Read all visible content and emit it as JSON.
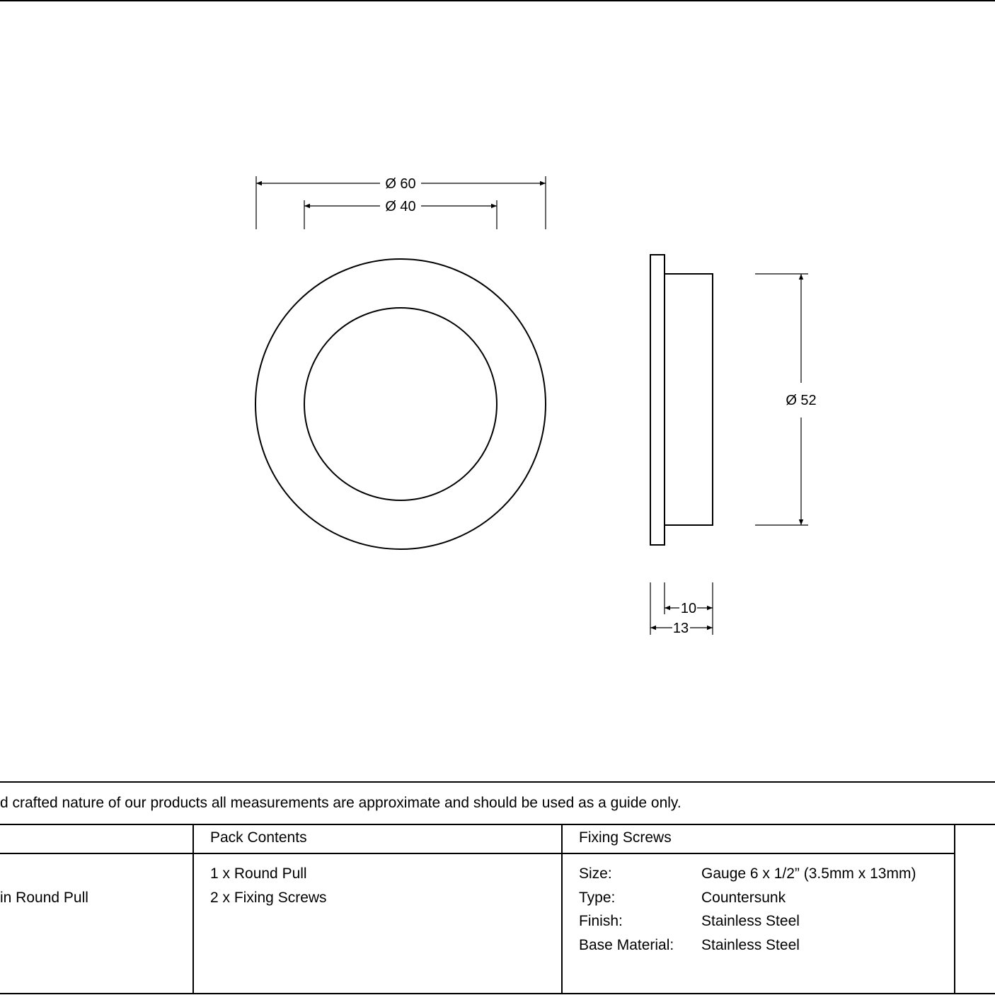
{
  "dimensions": {
    "outer_diameter": "Ø 60",
    "inner_diameter": "Ø 40",
    "flange_diameter": "Ø 52",
    "body_depth": "10",
    "overall_depth": "13"
  },
  "disclaimer": "d crafted nature of our products all measurements are approximate and should be used as a guide only.",
  "table": {
    "product": {
      "value": "in Round Pull"
    },
    "pack_contents": {
      "header": "Pack Contents",
      "items": [
        "1 x Round Pull",
        "2 x Fixing Screws"
      ]
    },
    "fixing_screws": {
      "header": "Fixing Screws",
      "rows": [
        {
          "label": "Size:",
          "value": "Gauge 6 x 1/2” (3.5mm x 13mm)"
        },
        {
          "label": "Type:",
          "value": "Countersunk"
        },
        {
          "label": "Finish:",
          "value": "Stainless Steel"
        },
        {
          "label": "Base Material:",
          "value": "Stainless Steel"
        }
      ]
    }
  }
}
